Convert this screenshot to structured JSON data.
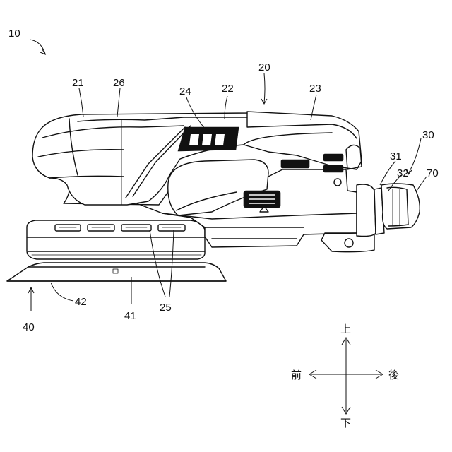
{
  "reference_labels": {
    "r10": "10",
    "r20": "20",
    "r21": "21",
    "r22": "22",
    "r23": "23",
    "r24": "24",
    "r25": "25",
    "r26": "26",
    "r30": "30",
    "r31": "31",
    "r32": "32",
    "r40": "40",
    "r41": "41",
    "r42": "42",
    "r70": "70"
  },
  "direction_labels": {
    "up": "上",
    "down": "下",
    "front": "前",
    "rear": "後"
  }
}
